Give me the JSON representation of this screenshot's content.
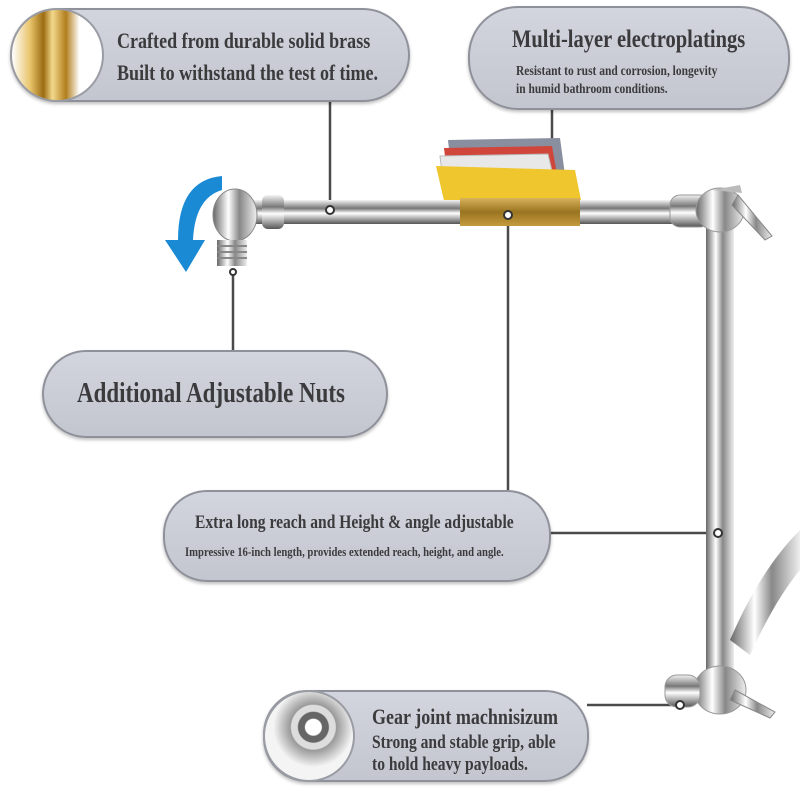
{
  "callouts": {
    "brass": {
      "title": "Crafted from durable solid brass",
      "subtitle": "Built to withstand the test of time."
    },
    "plating": {
      "title": "Multi-layer electroplatings",
      "line1": "Resistant to rust and corrosion, longevity",
      "line2": "in humid bathroom conditions."
    },
    "nuts": {
      "title": "Additional Adjustable Nuts"
    },
    "reach": {
      "title": "Extra long reach and Height & angle adjustable",
      "subtitle": "Impressive 16-inch length, provides extended reach, height, and angle."
    },
    "gear": {
      "title": "Gear joint machnisizum",
      "line1": "Strong and stable grip, able",
      "line2": "to hold heavy payloads."
    }
  },
  "colors": {
    "bubble": "#c8cad4",
    "text": "#3b3b3d",
    "arrow": "#1a8ad4",
    "brass": "#b8902f"
  }
}
